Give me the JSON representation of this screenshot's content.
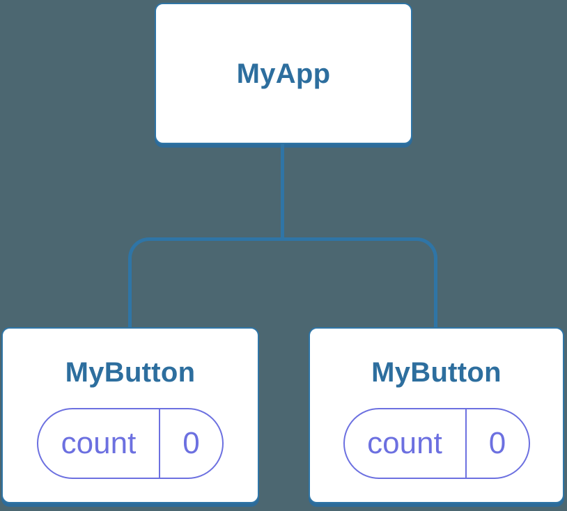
{
  "diagram": {
    "type": "component-tree",
    "colors": {
      "background": "#4C6771",
      "node_fill": "#FFFFFF",
      "node_border_blue": "#2F75A6",
      "node_shadow_blue": "#2D6B99",
      "title_text_blue": "#2D6E9E",
      "state_purple": "#6C70E0"
    },
    "root": {
      "label": "MyApp"
    },
    "children": [
      {
        "label": "MyButton",
        "state": {
          "key": "count",
          "value": "0"
        }
      },
      {
        "label": "MyButton",
        "state": {
          "key": "count",
          "value": "0"
        }
      }
    ]
  }
}
